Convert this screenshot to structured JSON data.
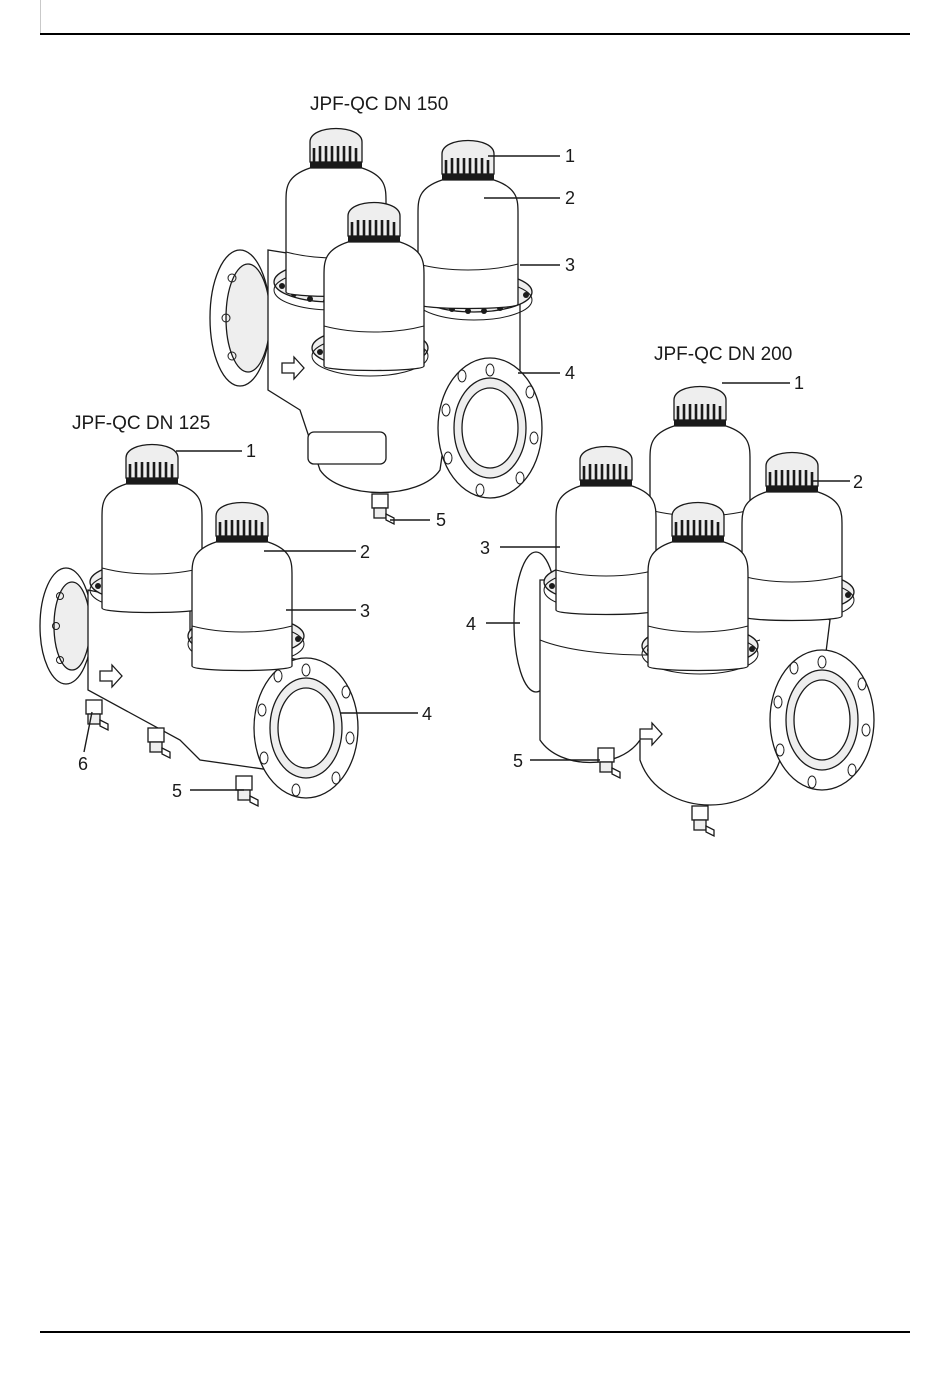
{
  "figure": {
    "dn150": {
      "title": "JPF-QC DN 150",
      "callouts": [
        "1",
        "2",
        "3",
        "4",
        "5"
      ]
    },
    "dn125": {
      "title": "JPF-QC DN 125",
      "callouts": [
        "1",
        "2",
        "3",
        "4",
        "5",
        "6"
      ]
    },
    "dn200": {
      "title": "JPF-QC DN 200",
      "callouts": [
        "1",
        "2",
        "3",
        "4",
        "5"
      ]
    }
  }
}
